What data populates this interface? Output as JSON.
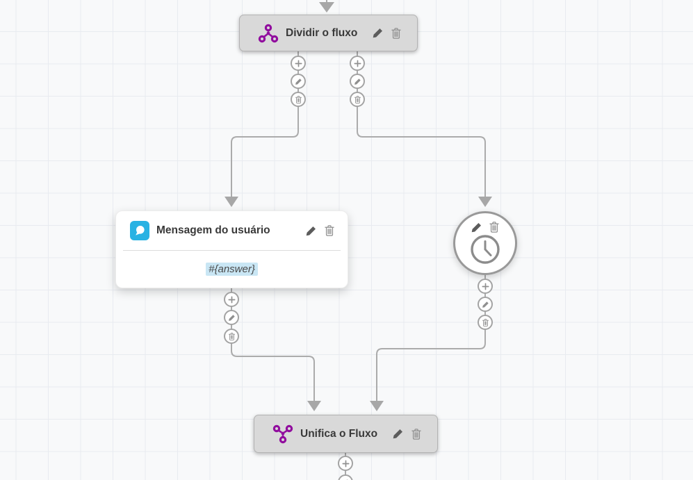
{
  "app": {
    "view": "chatbot-flow-builder-canvas"
  },
  "colors": {
    "canvas_background": "#f8f9fa",
    "grid_line": "#e8ebf0",
    "node_gray_fill": "#d9d9d9",
    "node_gray_border": "#b3b3b3",
    "connector_gray": "#ababab",
    "accent_purple": "#910d9e",
    "accent_blue": "#29b2e3",
    "variable_highlight": "#c9e6f4"
  },
  "nodes": {
    "split": {
      "title": "Dividir o fluxo",
      "icon": "split-flow-icon",
      "actions": [
        "edit",
        "delete"
      ]
    },
    "user_message": {
      "title": "Mensagem do usuário",
      "icon": "chat-bubble-icon",
      "body": "#{answer}",
      "actions": [
        "edit",
        "delete"
      ]
    },
    "timer": {
      "icon": "clock-icon",
      "actions": [
        "edit",
        "delete"
      ]
    },
    "merge": {
      "title": "Unifica o Fluxo",
      "icon": "merge-flow-icon",
      "actions": [
        "edit",
        "delete"
      ]
    }
  },
  "edge_controls": {
    "buttons": [
      "add",
      "edit",
      "delete"
    ],
    "stacks": [
      "below-split-left-branch",
      "below-split-right-branch",
      "below-user-message",
      "below-timer",
      "below-merge"
    ]
  }
}
